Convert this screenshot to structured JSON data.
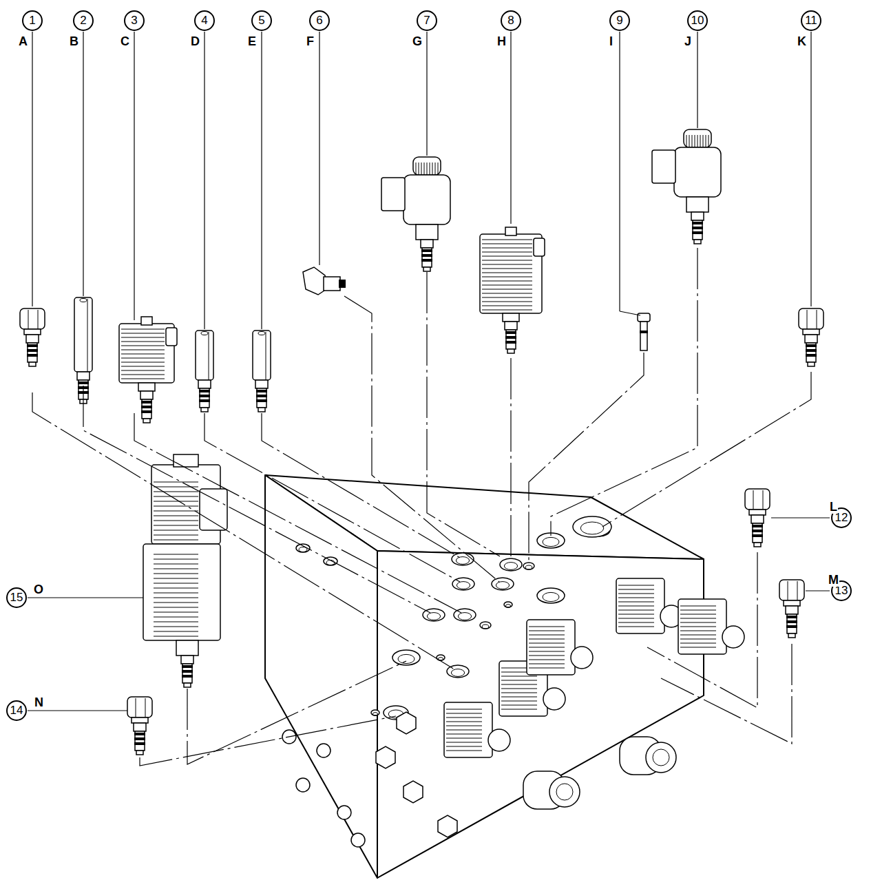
{
  "diagram": {
    "labels": [
      "1",
      "A",
      "2",
      "B",
      "3",
      "C",
      "4",
      "D",
      "5",
      "E",
      "6",
      "F",
      "7",
      "G",
      "8",
      "H",
      "9",
      "I",
      "10",
      "J",
      "11",
      "K",
      "12",
      "L",
      "13",
      "M",
      "14",
      "N",
      "15",
      "O"
    ]
  }
}
